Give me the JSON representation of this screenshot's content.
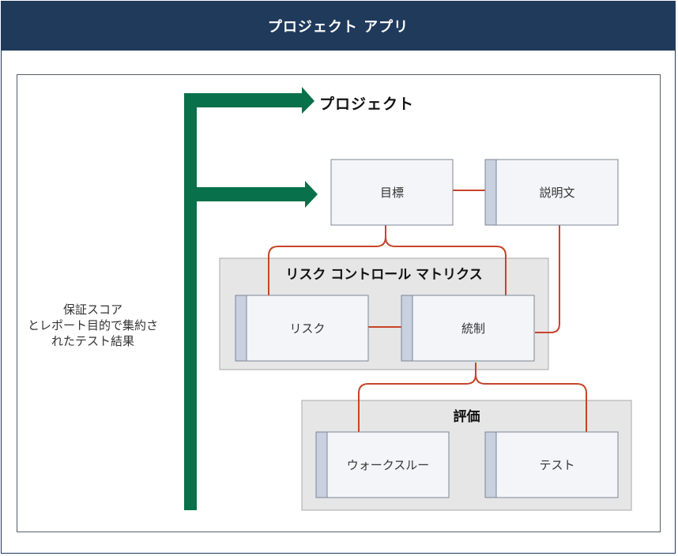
{
  "header": {
    "title": "プロジェクト アプリ"
  },
  "project_label": "プロジェクト",
  "side_text": {
    "lines": [
      "保証スコア",
      "とレポート目的で集約さ",
      "れたテスト結果"
    ]
  },
  "nodes": {
    "goal": "目標",
    "description": "説明文",
    "risk": "リスク",
    "control": "統制",
    "walkthrough": "ウォークスルー",
    "test": "テスト"
  },
  "groups": {
    "risk_control_matrix": "リスク コントロール マトリクス",
    "evaluation": "評価"
  },
  "colors": {
    "header_bg": "#203a5c",
    "arrow_green": "#08704a",
    "connector_red": "#c8432a",
    "node_fill": "#f4f5f8",
    "node_tab": "#c9d0e0",
    "group_fill": "#e6e6e6"
  }
}
